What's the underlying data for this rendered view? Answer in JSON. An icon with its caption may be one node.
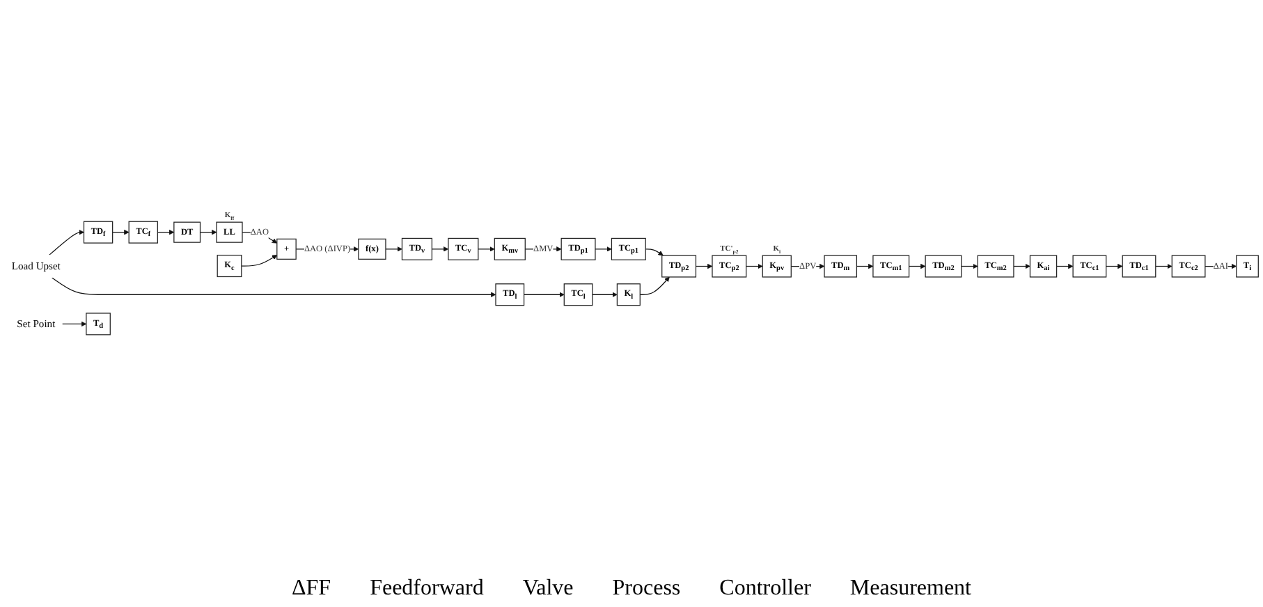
{
  "diagram": {
    "nodes": [
      {
        "text": [
          "Load Upset"
        ]
      },
      {
        "text": [
          "TD$_{f}$"
        ]
      },
      {
        "text": [
          "TD$_{l}$"
        ]
      },
      {
        "text": [
          "TC$_{l}$"
        ]
      },
      {
        "text": [
          "K$_{l}$"
        ]
      },
      {
        "text": [
          "TC$_{f}$"
        ]
      },
      {
        "text": [
          "DT"
        ]
      },
      {
        "text": [
          "LL"
        ],
        "beside": [
          "K$_{ff}$"
        ]
      },
      {
        "text": [
          "+"
        ]
      },
      {
        "text": [
          "f(x)"
        ]
      },
      {
        "text": [
          "TD$_{v}$"
        ]
      },
      {
        "text": [
          "TC$_{v}$"
        ]
      },
      {
        "text": [
          "K$_{mv}$"
        ]
      },
      {
        "text": [
          "TD$_{p1}$"
        ]
      },
      {
        "text": [
          "TC$_{p1}$"
        ]
      },
      {
        "text": [
          "TD$_{p2}$"
        ]
      },
      {
        "text": [
          "TC$_{p2}$"
        ],
        "beside": [
          "TC'$_{p2}$"
        ]
      },
      {
        "text": [
          "K$_{pv}$"
        ],
        "beside": [
          "K$_{i}$"
        ]
      },
      {
        "text": [
          "K$_{c}$"
        ]
      },
      {
        "text": [
          "T$_{i}$"
        ]
      },
      {
        "text": [
          "T$_{d}$"
        ]
      },
      {
        "text": [
          "Set Point"
        ]
      },
      {
        "text": [
          "TD$_{m}$"
        ]
      },
      {
        "text": [
          "TC$_{m1}$"
        ]
      },
      {
        "text": [
          "TD$_{m2}$"
        ]
      },
      {
        "text": [
          "TC$_{m2}$"
        ]
      },
      {
        "text": [
          "K$_{ai}$"
        ]
      },
      {
        "text": [
          "TC$_{c1}$"
        ]
      },
      {
        "text": [
          "TD$_{c1}$"
        ]
      },
      {
        "text": [
          "TC$_{c2}$"
        ]
      }
    ],
    "edges": [
      {
        "from": 0,
        "to": 1,
        "arrow": "to"
      },
      {
        "from": 0,
        "to": 2,
        "arrow": "to"
      },
      {
        "from": 2,
        "to": 3,
        "arrow": "to"
      },
      {
        "from": 3,
        "to": 4,
        "arrow": "to"
      },
      {
        "from": 4,
        "to": 15,
        "arrow": "to"
      },
      {
        "from": 1,
        "to": 5,
        "arrow": "to"
      },
      {
        "from": 5,
        "to": 6,
        "arrow": "to"
      },
      {
        "from": 6,
        "to": 7,
        "arrow": "to"
      },
      {
        "from": 7,
        "to": 8,
        "arrow": "to",
        "label": "ΔAO"
      },
      {
        "from": 8,
        "to": 9,
        "arrow": "to",
        "label": "ΔAO (ΔIVP)"
      },
      {
        "from": 9,
        "to": 10,
        "arrow": "to"
      },
      {
        "from": 10,
        "to": 11,
        "arrow": "to"
      },
      {
        "from": 11,
        "to": 12,
        "arrow": "to"
      },
      {
        "from": 12,
        "to": 13,
        "arrow": "to",
        "label": "ΔMV"
      },
      {
        "from": 13,
        "to": 14,
        "arrow": "to"
      },
      {
        "from": 14,
        "to": 15,
        "arrow": "to"
      },
      {
        "from": 15,
        "to": 16,
        "arrow": "to"
      },
      {
        "from": 16,
        "to": 17,
        "arrow": "to"
      },
      {
        "from": 17,
        "to": 22,
        "arrow": "to",
        "label": "ΔPV"
      },
      {
        "from": 22,
        "to": 23,
        "arrow": "to"
      },
      {
        "from": 23,
        "to": 24,
        "arrow": "to"
      },
      {
        "from": 24,
        "to": 25,
        "arrow": "to"
      },
      {
        "from": 25,
        "to": 26,
        "arrow": "to"
      },
      {
        "from": 26,
        "to": 27,
        "arrow": "to"
      },
      {
        "from": 27,
        "to": 28,
        "arrow": "to"
      },
      {
        "from": 28,
        "to": 29,
        "arrow": "to"
      },
      {
        "from": 29,
        "to": 19,
        "arrow": "to",
        "label": "ΔAI"
      },
      {
        "from": 21,
        "to": 20,
        "arrow": "to"
      },
      {
        "from": 18,
        "to": 8,
        "arrow": "to"
      }
    ],
    "labels": [
      "ΔFF",
      "Feedforward",
      "Valve",
      "Process",
      "Controller",
      "Measurement"
    ]
  }
}
